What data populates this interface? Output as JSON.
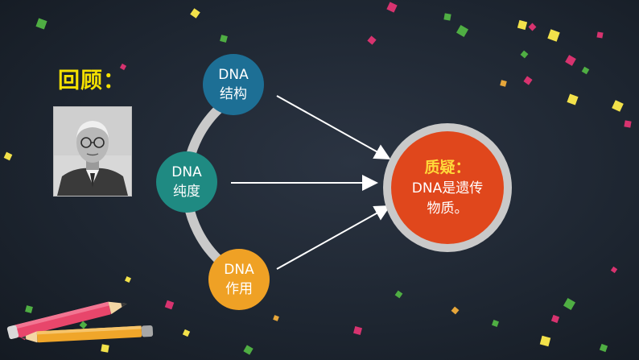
{
  "slide": {
    "title": "回顾：",
    "portrait": {
      "alt": "portrait-photo"
    },
    "nodes": [
      {
        "line1": "DNA",
        "line2": "结构",
        "color": "#1d6f95"
      },
      {
        "line1": "DNA",
        "line2": "纯度",
        "color": "#1f8a82"
      },
      {
        "line1": "DNA",
        "line2": "作用",
        "color": "#efa125"
      }
    ],
    "conclusion": {
      "heading": "质疑：",
      "line1": "DNA是遗传",
      "line2": "物质。",
      "color": "#e0471c",
      "ring_color": "#c9c9c9"
    },
    "accent_title_color": "#f5e100"
  }
}
